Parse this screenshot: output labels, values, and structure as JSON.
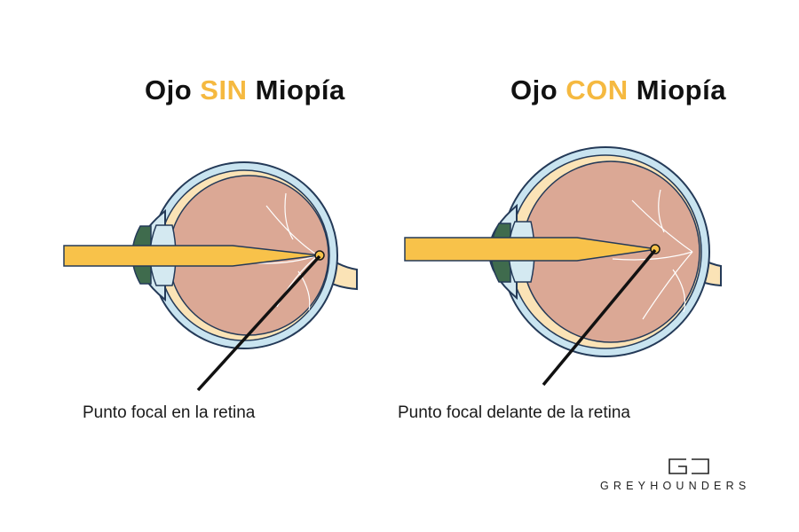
{
  "titles": {
    "left": {
      "prefix": "Ojo ",
      "accent": "SIN",
      "suffix": " Miopía"
    },
    "right": {
      "prefix": "Ojo ",
      "accent": "CON",
      "suffix": " Miopía"
    }
  },
  "captions": {
    "left": "Punto focal en la retina",
    "right": "Punto focal delante de la retina"
  },
  "brand": {
    "name": "GREYHOUNDERS"
  },
  "colors": {
    "accent": "#f5b940",
    "sclera": "#c9e4f0",
    "choroid": "#fbe3b6",
    "retina": "#dba895",
    "lens": "#d4e9f1",
    "iris": "#3f6b4d",
    "light_beam": "#f8c24a",
    "outline": "#243a58"
  }
}
